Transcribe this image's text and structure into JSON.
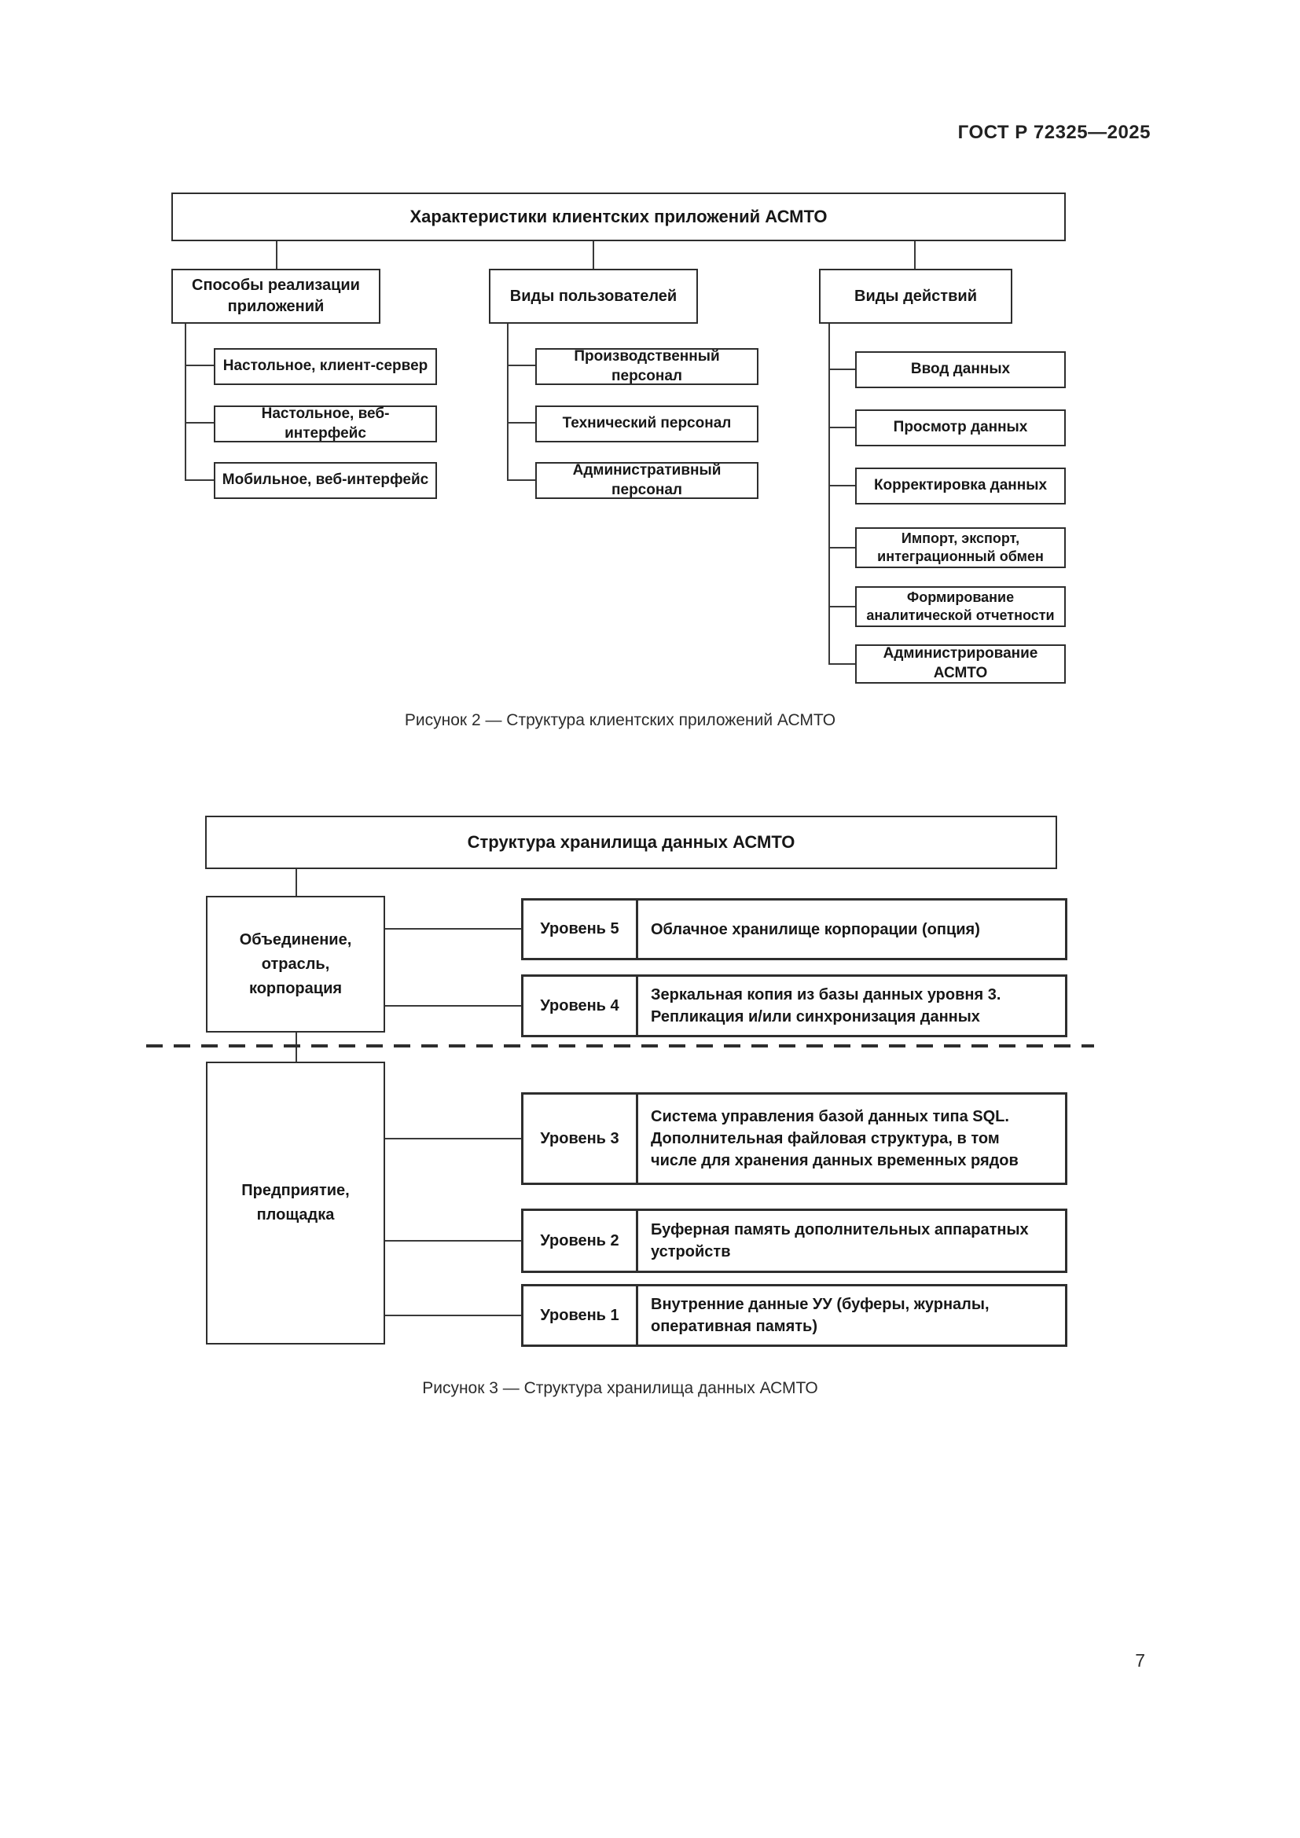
{
  "document": {
    "header": "ГОСТ Р 72325—2025",
    "page_number": "7"
  },
  "figure2": {
    "title": "Характеристики клиентских приложений АСМТО",
    "caption": "Рисунок 2 — Структура клиентских приложений АСМТО",
    "columns": [
      {
        "header": "Способы реализации\nприложений",
        "items": [
          "Настольное, клиент-сервер",
          "Настольное, веб-интерфейс",
          "Мобильное, веб-интерфейс"
        ]
      },
      {
        "header": "Виды пользователей",
        "items": [
          "Производственный персонал",
          "Технический персонал",
          "Административный персонал"
        ]
      },
      {
        "header": "Виды действий",
        "items": [
          "Ввод данных",
          "Просмотр данных",
          "Корректировка данных",
          "Импорт, экспорт,\nинтеграционный обмен",
          "Формирование\nаналитической отчетности",
          "Администрирование АСМТО"
        ]
      }
    ]
  },
  "figure3": {
    "title": "Структура хранилища данных АСМТО",
    "caption": "Рисунок 3 — Структура хранилища данных АСМТО",
    "scopes": [
      {
        "label": "Объединение,\nотрасль,\nкорпорация"
      },
      {
        "label": "Предприятие,\nплощадка"
      }
    ],
    "levels": [
      {
        "name": "Уровень 5",
        "description": "Облачное хранилище корпорации (опция)"
      },
      {
        "name": "Уровень 4",
        "description": "Зеркальная копия из базы данных уровня 3.\nРепликация и/или синхронизация данных"
      },
      {
        "name": "Уровень 3",
        "description": "Система управления базой данных типа SQL.\nДополнительная файловая структура, в том\nчисле для хранения данных временных рядов"
      },
      {
        "name": "Уровень 2",
        "description": "Буферная память дополнительных аппаратных\nустройств"
      },
      {
        "name": "Уровень 1",
        "description": "Внутренние данные УУ (буферы, журналы,\nоперативная память)"
      }
    ]
  },
  "colors": {
    "border": "#2e2e2e",
    "text": "#171717",
    "background": "#ffffff"
  }
}
